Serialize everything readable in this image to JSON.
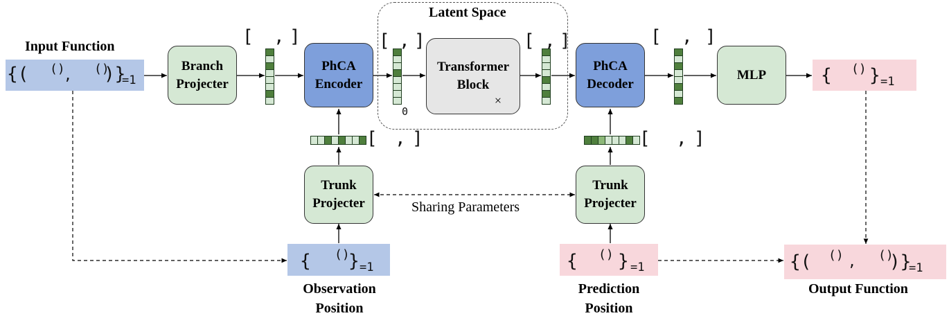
{
  "title": "Latent Space",
  "nodes": {
    "branch": "Branch Projecter",
    "encoder": "PhCA Encoder",
    "transformer": "Transformer Block",
    "decoder": "PhCA Decoder",
    "mlp": "MLP",
    "trunk_left": "Trunk Projecter",
    "trunk_right": "Trunk Projecter"
  },
  "transformer_repeat": "×",
  "latent_index": "0",
  "labels": {
    "input_function": "Input Function",
    "output_function": "Output Function",
    "observation_position": "Observation Position",
    "prediction_position": "Prediction Position",
    "sharing": "Sharing Parameters"
  },
  "formulas": {
    "input": {
      "open": "{(",
      "arg1": "()",
      "sep": ",",
      "arg2": "()",
      "close": ")}",
      "sub": "=1"
    },
    "observation": {
      "open": "{",
      "arg": "()",
      "close": "}",
      "sub": "=1"
    },
    "prediction": {
      "open": "{",
      "arg": "()",
      "close": "}",
      "sub": "=1"
    },
    "mlp_out": {
      "open": "{",
      "arg": "()",
      "close": "}",
      "sub": "=1"
    },
    "output": {
      "open": "{(",
      "arg1": "()",
      "sep": ",",
      "arg2": "()",
      "close": ")}",
      "sub": "=1"
    }
  },
  "shapes": {
    "branch": {
      "open": "[",
      "sep": ",",
      "close": "]"
    },
    "latent_in": {
      "open": "[",
      "sep": ",",
      "close": "]"
    },
    "latent_out": {
      "open": "[",
      "sep": ",",
      "close": "]"
    },
    "decoder_out": {
      "open": "[",
      "sep": ",",
      "close": "]"
    },
    "trunk_left": {
      "open": "[",
      "sep": ",",
      "close": "]"
    },
    "trunk_right": {
      "open": "[",
      "sep": ",",
      "close": "]"
    }
  },
  "colors": {
    "green_block": "#d5e8d4",
    "blue_block": "#7e9fdb",
    "gray_block": "#e6e6e6",
    "input_highlight": "#b4c7e7",
    "output_highlight": "#f8d7dc",
    "cell_dark": "#4f7f3d"
  }
}
